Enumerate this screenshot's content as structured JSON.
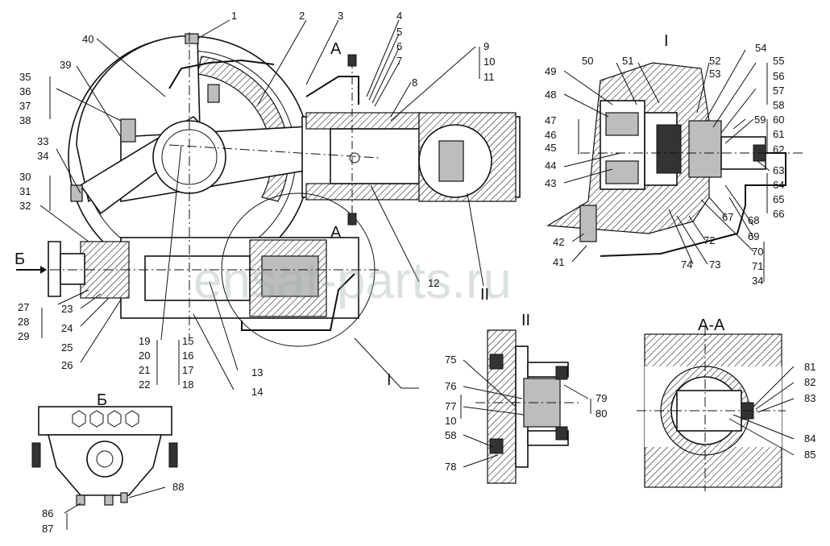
{
  "watermark": "ensat-parts.ru",
  "section_titles": {
    "detail_I": "I",
    "detail_II": "II",
    "section_AA": "А-А",
    "view_B": "Б",
    "view_B_arrow": "Б",
    "cut_A_top": "А",
    "cut_A_bottom": "А",
    "marker_I": "I",
    "marker_II": "II"
  },
  "callouts_main": {
    "c1": "1",
    "c2": "2",
    "c3": "3",
    "c4": "4",
    "c5": "5",
    "c6": "6",
    "c7": "7",
    "c8": "8",
    "c9": "9",
    "c10": "10",
    "c11": "11",
    "c12": "12",
    "c13": "13",
    "c14": "14",
    "c15": "15",
    "c16": "16",
    "c17": "17",
    "c18": "18",
    "c19": "19",
    "c20": "20",
    "c21": "21",
    "c22": "22",
    "c23": "23",
    "c24": "24",
    "c25": "25",
    "c26": "26",
    "c27": "27",
    "c28": "28",
    "c29": "29",
    "c30": "30",
    "c31": "31",
    "c32": "32",
    "c33": "33",
    "c34": "34",
    "c35": "35",
    "c36": "36",
    "c37": "37",
    "c38": "38",
    "c39": "39",
    "c40": "40"
  },
  "callouts_detail_I": {
    "c41": "41",
    "c42": "42",
    "c43": "43",
    "c44": "44",
    "c45": "45",
    "c46": "46",
    "c47": "47",
    "c48": "48",
    "c49": "49",
    "c50": "50",
    "c51": "51",
    "c52": "52",
    "c53": "53",
    "c54": "54",
    "c55": "55",
    "c56": "56",
    "c57": "57",
    "c58": "58",
    "c59": "59",
    "c60": "60",
    "c61": "61",
    "c62": "62",
    "c63": "63",
    "c64": "64",
    "c65": "65",
    "c66": "66",
    "c67": "67",
    "c68": "68",
    "c69": "69",
    "c70": "70",
    "c71": "71",
    "c34b": "34",
    "c72": "72",
    "c73": "73",
    "c74": "74"
  },
  "callouts_detail_II": {
    "c75": "75",
    "c76": "76",
    "c77": "77",
    "c10b": "10",
    "c58b": "58",
    "c78": "78",
    "c79": "79",
    "c80": "80"
  },
  "callouts_section_AA": {
    "c81": "81",
    "c82": "82",
    "c83": "83",
    "c84": "84",
    "c85": "85"
  },
  "callouts_view_B": {
    "c86": "86",
    "c87": "87",
    "c88": "88"
  }
}
